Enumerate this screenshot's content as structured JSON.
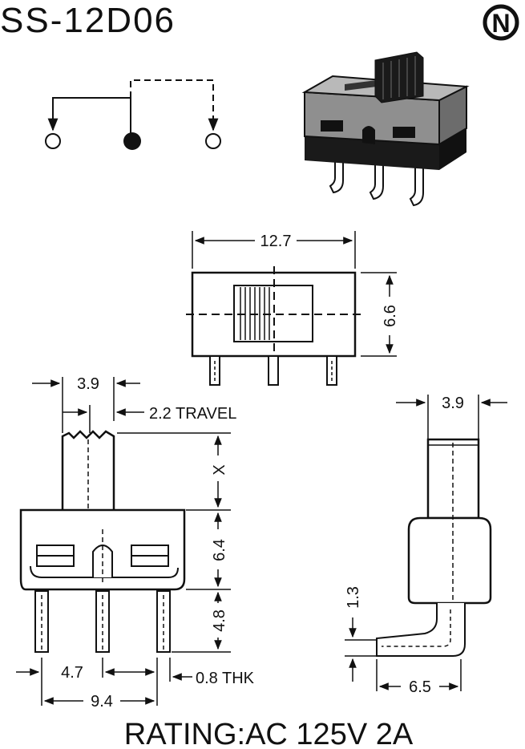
{
  "title": "SS-12D06",
  "logo": {
    "letter": "N",
    "name": "n-logo-icon"
  },
  "dimensions": {
    "top_width": "12.7",
    "top_height": "6.6",
    "side_width": "3.9",
    "travel": "2.2 TRAVEL",
    "x_label": "X",
    "body_height": "6.4",
    "pin_length": "4.8",
    "pin_pitch": "4.7",
    "total_pitch": "9.4",
    "pin_thickness": "0.8 THK",
    "right_width": "3.9",
    "bend_height": "1.3",
    "bend_length": "6.5"
  },
  "rating": "RATING:AC 125V 2A",
  "colors": {
    "ink": "#111111",
    "body_gray": "#8f8f8f",
    "knob": "#1a1a1a"
  }
}
